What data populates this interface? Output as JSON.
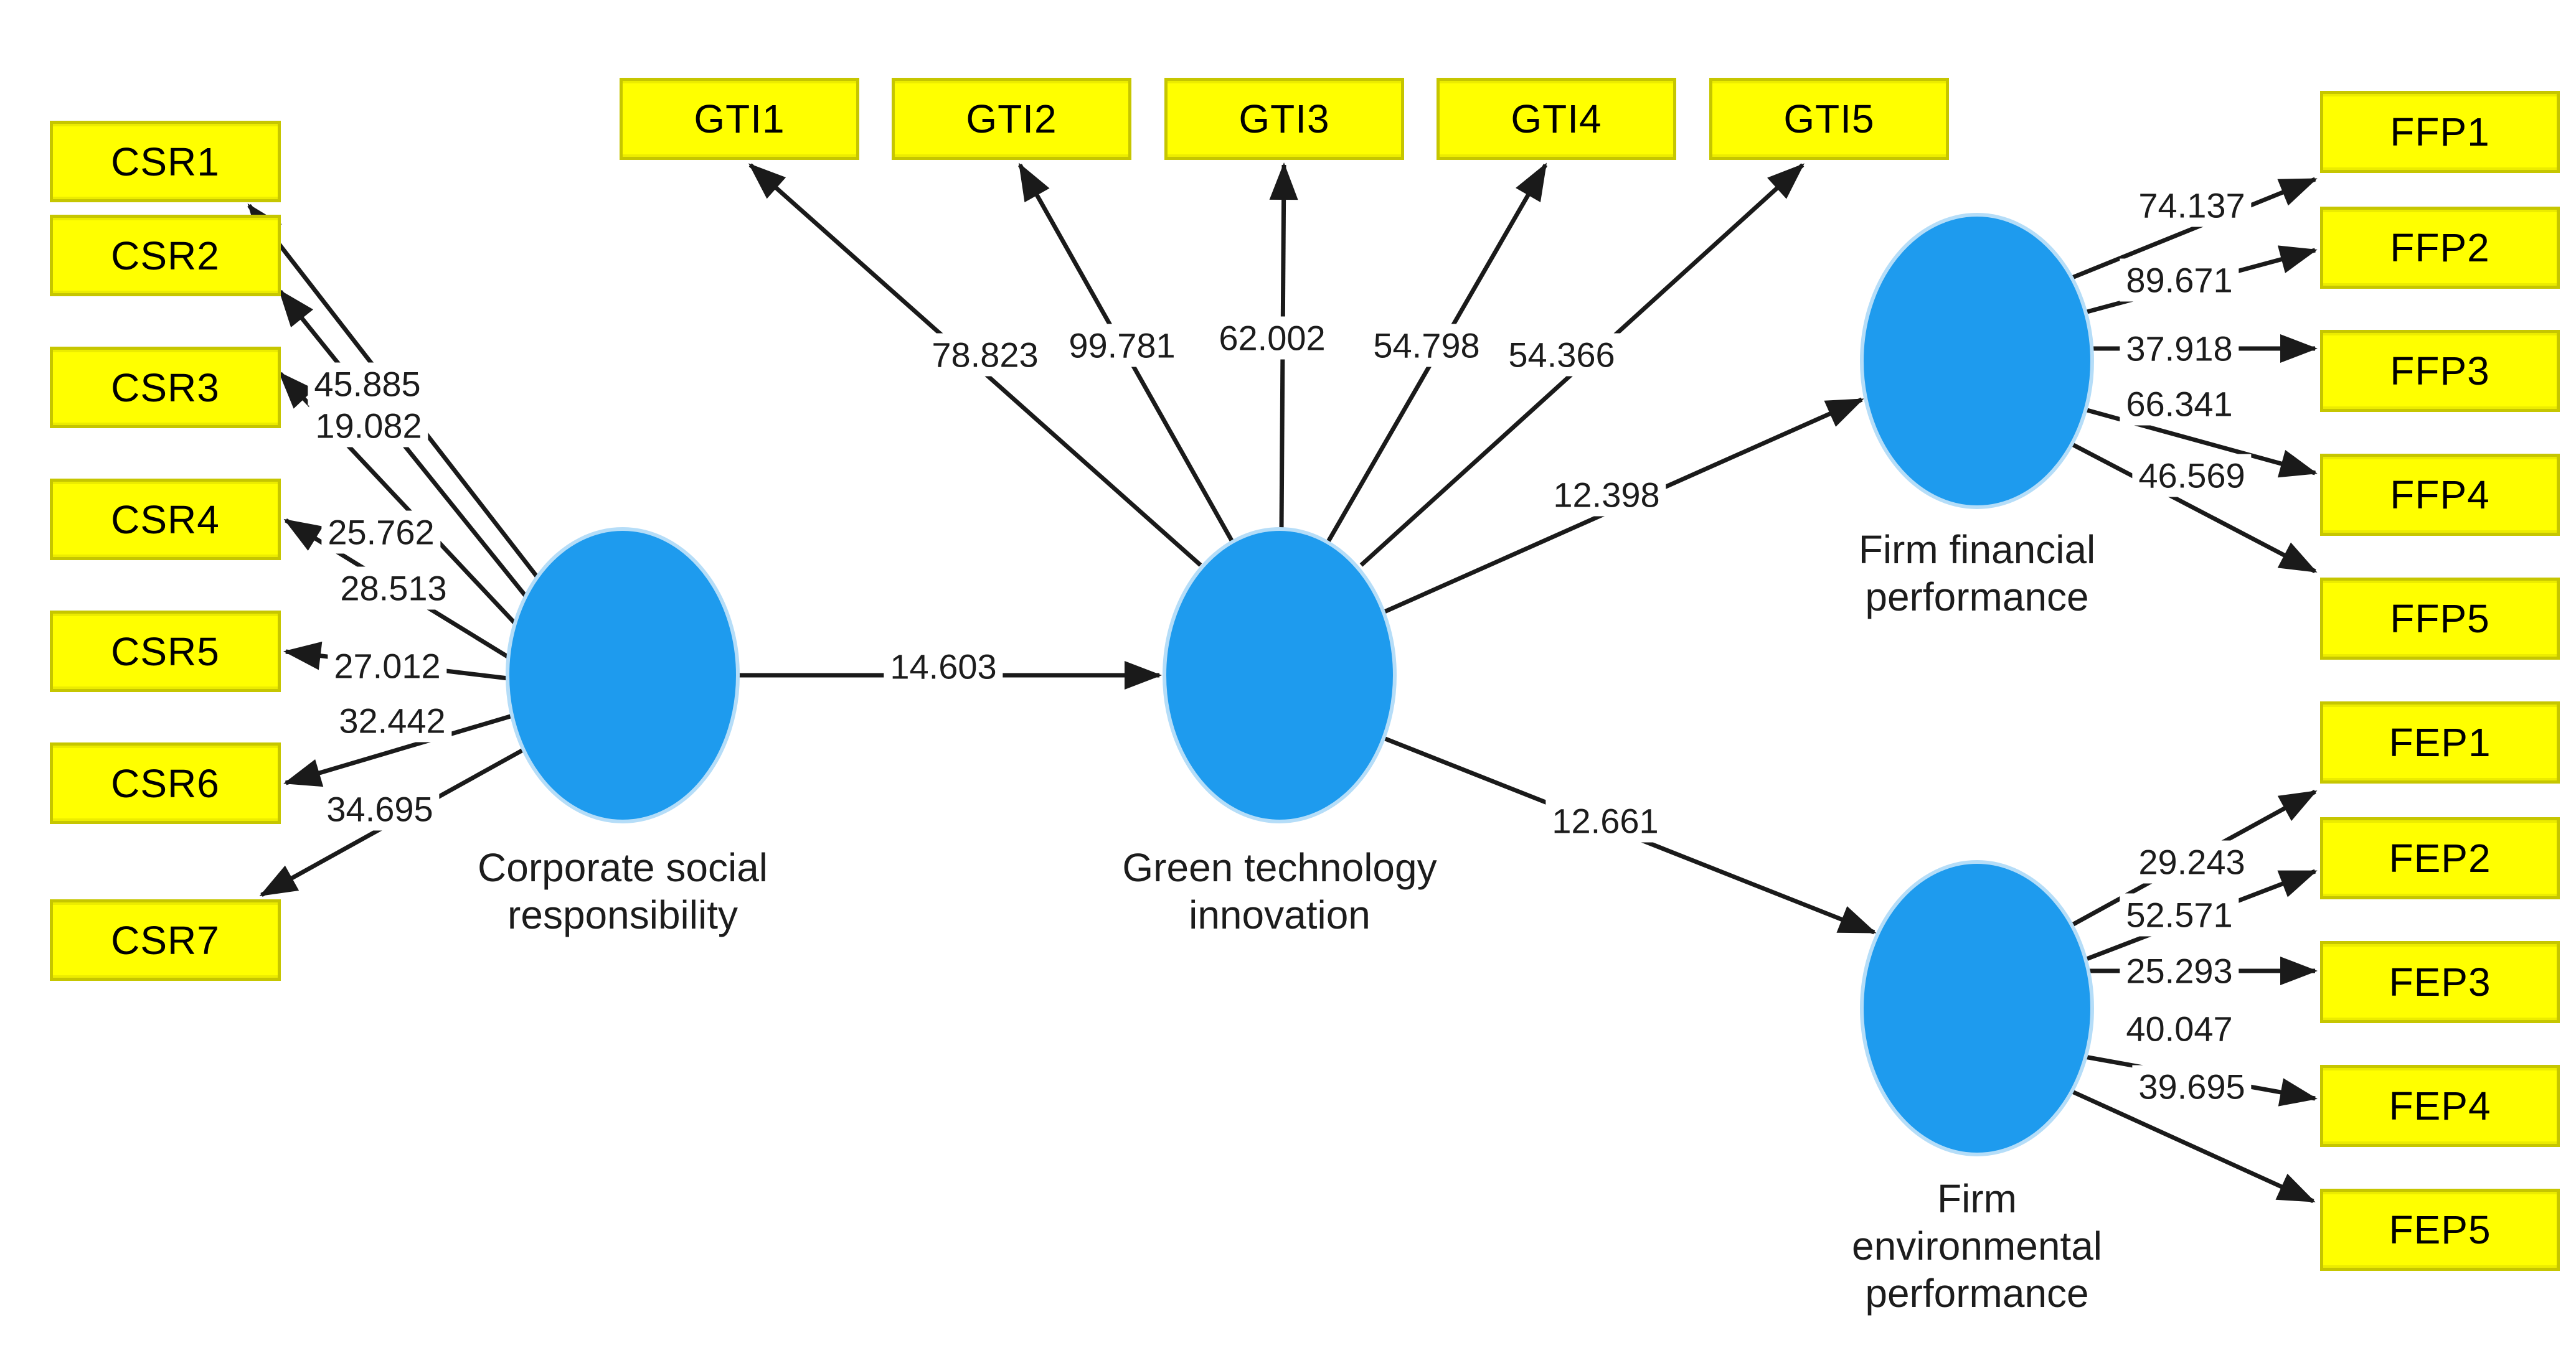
{
  "colors": {
    "background": "#ffffff",
    "construct_fill": "#1e9bee",
    "construct_rim": "#b5ddf8",
    "indicator_fill": "#ffff00",
    "indicator_border": "#c6c600",
    "connector": "#1a1a1a",
    "text": "#1c1c1c"
  },
  "model": {
    "constructs": {
      "csr": {
        "name_lines": [
          "Corporate social",
          "responsibility"
        ],
        "indicators": [
          {
            "label": "CSR1",
            "loading": "45.885"
          },
          {
            "label": "CSR2",
            "loading": "19.082"
          },
          {
            "label": "CSR3",
            "loading": "25.762"
          },
          {
            "label": "CSR4",
            "loading": "28.513"
          },
          {
            "label": "CSR5",
            "loading": "27.012"
          },
          {
            "label": "CSR6",
            "loading": "32.442"
          },
          {
            "label": "CSR7",
            "loading": "34.695"
          }
        ]
      },
      "gti": {
        "name_lines": [
          "Green technology",
          "innovation"
        ],
        "indicators": [
          {
            "label": "GTI1",
            "loading": "78.823"
          },
          {
            "label": "GTI2",
            "loading": "99.781"
          },
          {
            "label": "GTI3",
            "loading": "62.002"
          },
          {
            "label": "GTI4",
            "loading": "54.798"
          },
          {
            "label": "GTI5",
            "loading": "54.366"
          }
        ]
      },
      "ffp": {
        "name_lines": [
          "Firm financial",
          "performance"
        ],
        "indicators": [
          {
            "label": "FFP1",
            "loading": "74.137"
          },
          {
            "label": "FFP2",
            "loading": "89.671"
          },
          {
            "label": "FFP3",
            "loading": "37.918"
          },
          {
            "label": "FFP4",
            "loading": "66.341"
          },
          {
            "label": "FFP5",
            "loading": "46.569"
          }
        ]
      },
      "fep": {
        "name_lines": [
          "Firm",
          "environmental",
          "performance"
        ],
        "indicators": [
          {
            "label": "FEP1",
            "loading": "29.243"
          },
          {
            "label": "FEP2",
            "loading": "52.571"
          },
          {
            "label": "FEP3",
            "loading": "25.293"
          },
          {
            "label": "FEP4",
            "loading": "40.047"
          },
          {
            "label": "FEP5",
            "loading": "39.695"
          }
        ]
      }
    },
    "paths": [
      {
        "from": "Corporate social responsibility",
        "to": "Green technology innovation",
        "coefficient": "14.603"
      },
      {
        "from": "Green technology innovation",
        "to": "Firm financial performance",
        "coefficient": "12.398"
      },
      {
        "from": "Green technology innovation",
        "to": "Firm environmental performance",
        "coefficient": "12.661"
      }
    ]
  }
}
